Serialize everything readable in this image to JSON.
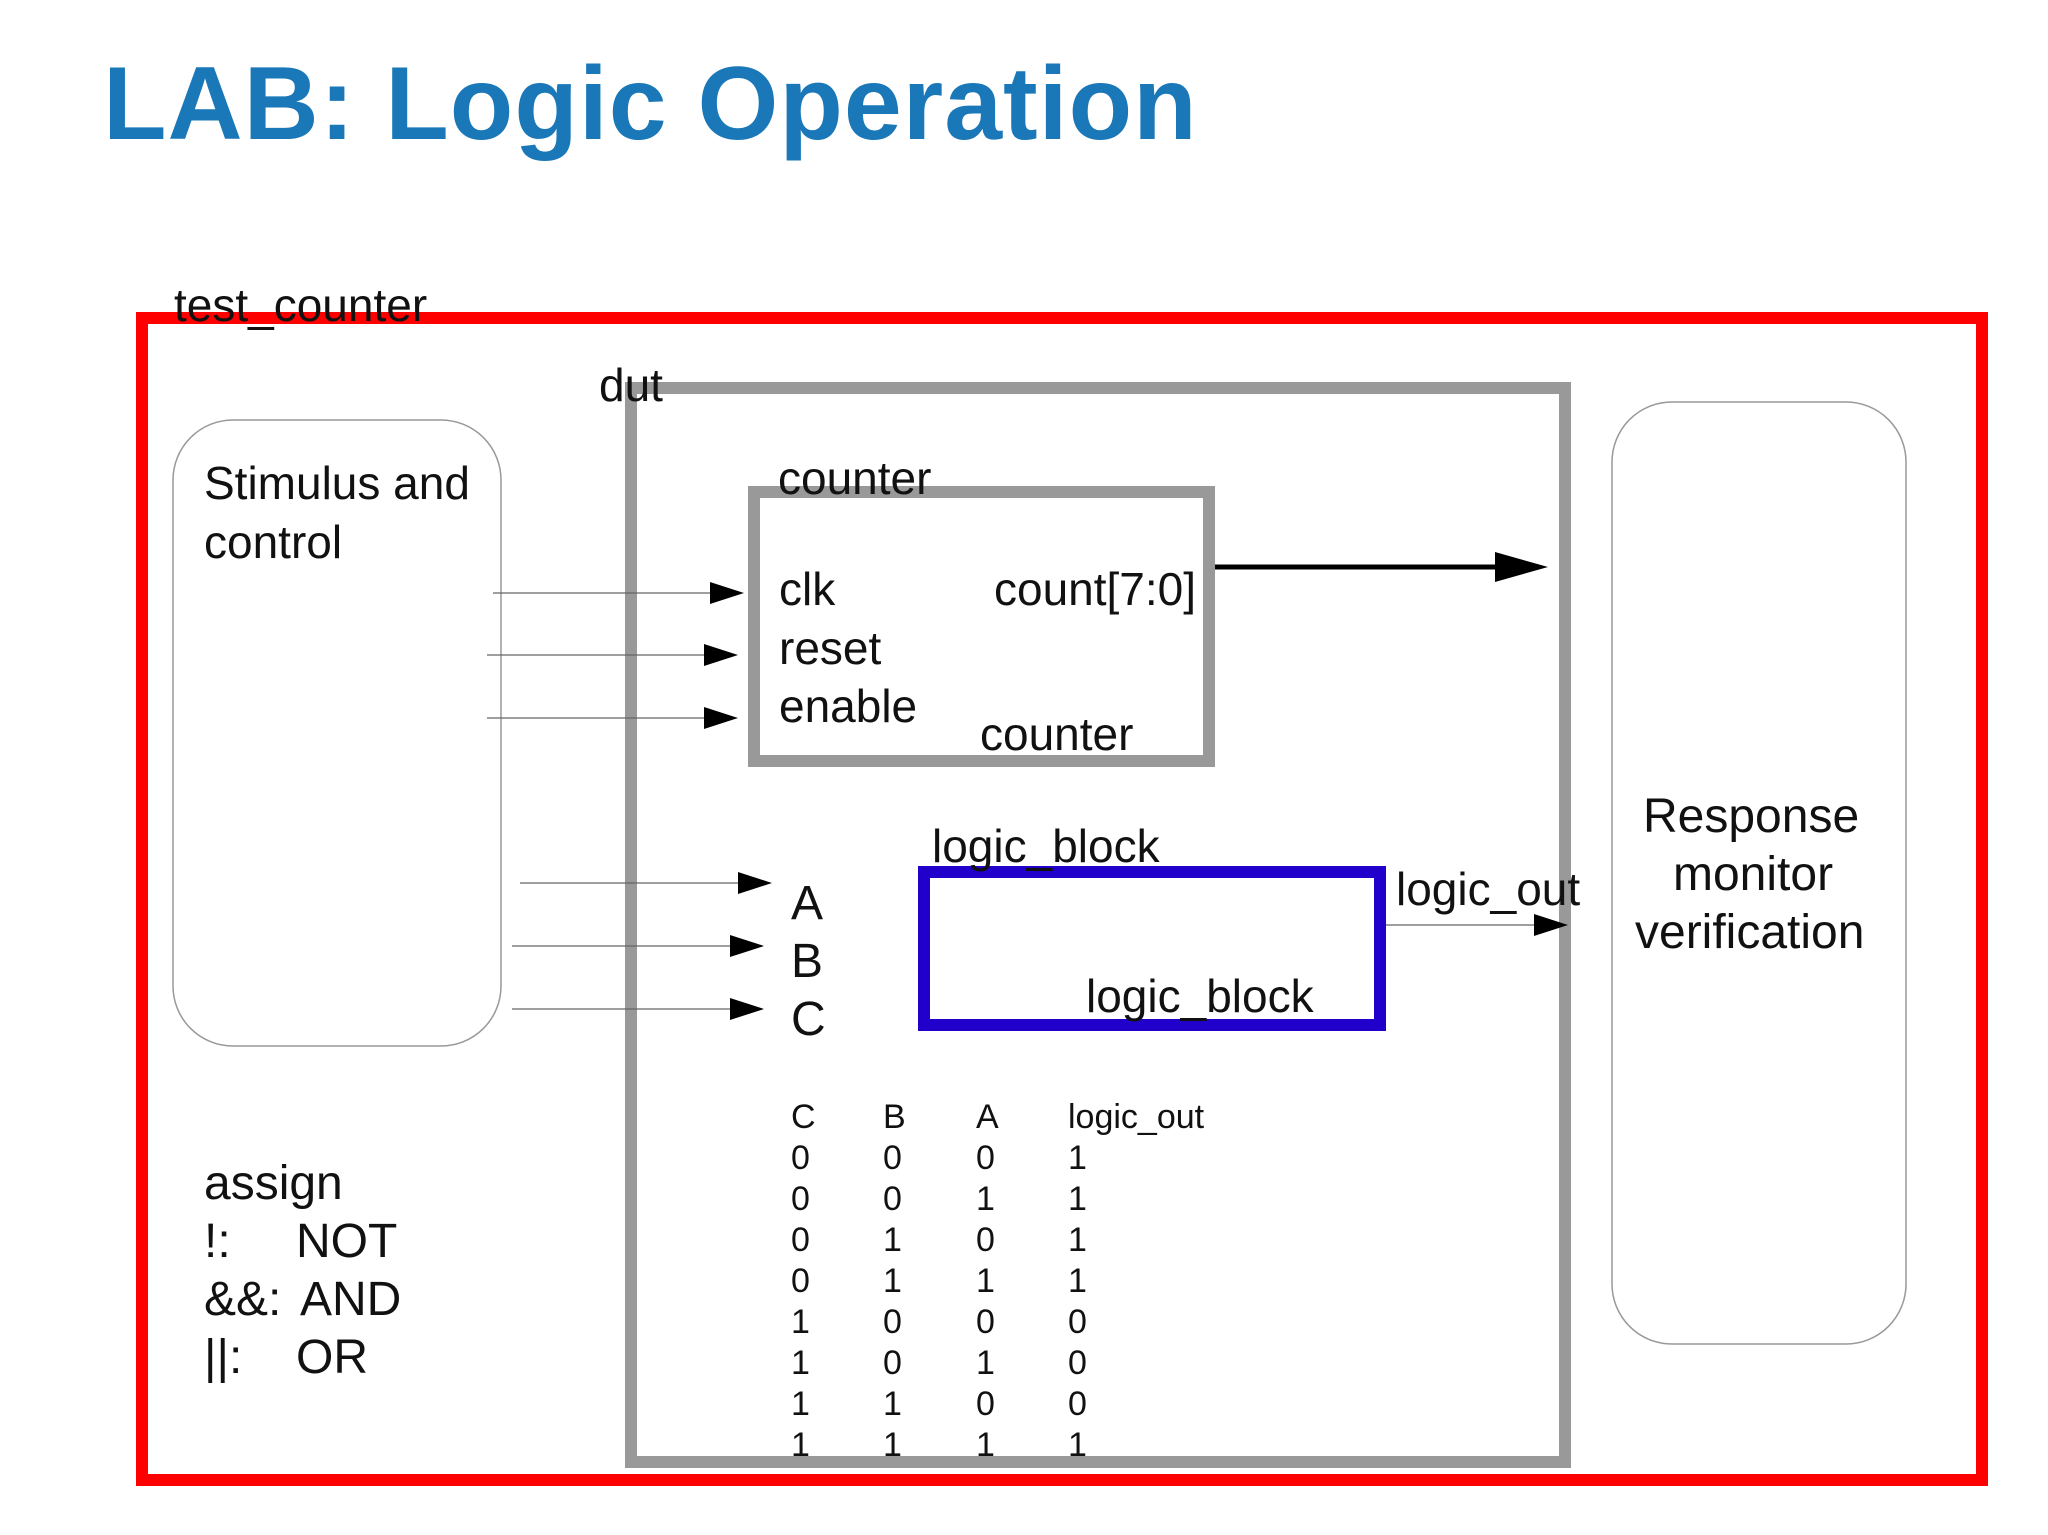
{
  "title": "LAB: Logic Operation",
  "colors": {
    "title": "#1a78b8",
    "testbench_border": "#ff0000",
    "dut_border": "#999999",
    "logic_block_border": "#2200cc"
  },
  "testbench": {
    "label": "test_counter"
  },
  "stimulus": {
    "line1": "Stimulus and",
    "line2": "control"
  },
  "dut": {
    "label": "dut"
  },
  "counter": {
    "instance_label": "counter",
    "module_label": "counter",
    "ports_in": [
      "clk",
      "reset",
      "enable"
    ],
    "port_out": "count[7:0]"
  },
  "logic_block": {
    "instance_label": "logic_block",
    "module_label": "logic_block",
    "inputs": [
      "A",
      "B",
      "C"
    ],
    "output": "logic_out"
  },
  "monitor": {
    "line1": "Response",
    "line2": "monitor",
    "line3": "verification"
  },
  "operators": {
    "heading": "assign",
    "items": [
      {
        "symbol": "!:",
        "name": "NOT"
      },
      {
        "symbol": "&&:",
        "name": "AND"
      },
      {
        "symbol": "||:",
        "name": "OR"
      }
    ]
  },
  "truth_table": {
    "headers": [
      "C",
      "B",
      "A",
      "logic_out"
    ],
    "rows": [
      [
        "0",
        "0",
        "0",
        "1"
      ],
      [
        "0",
        "0",
        "1",
        "1"
      ],
      [
        "0",
        "1",
        "0",
        "1"
      ],
      [
        "0",
        "1",
        "1",
        "1"
      ],
      [
        "1",
        "0",
        "0",
        "0"
      ],
      [
        "1",
        "0",
        "1",
        "0"
      ],
      [
        "1",
        "1",
        "0",
        "0"
      ],
      [
        "1",
        "1",
        "1",
        "1"
      ]
    ]
  }
}
